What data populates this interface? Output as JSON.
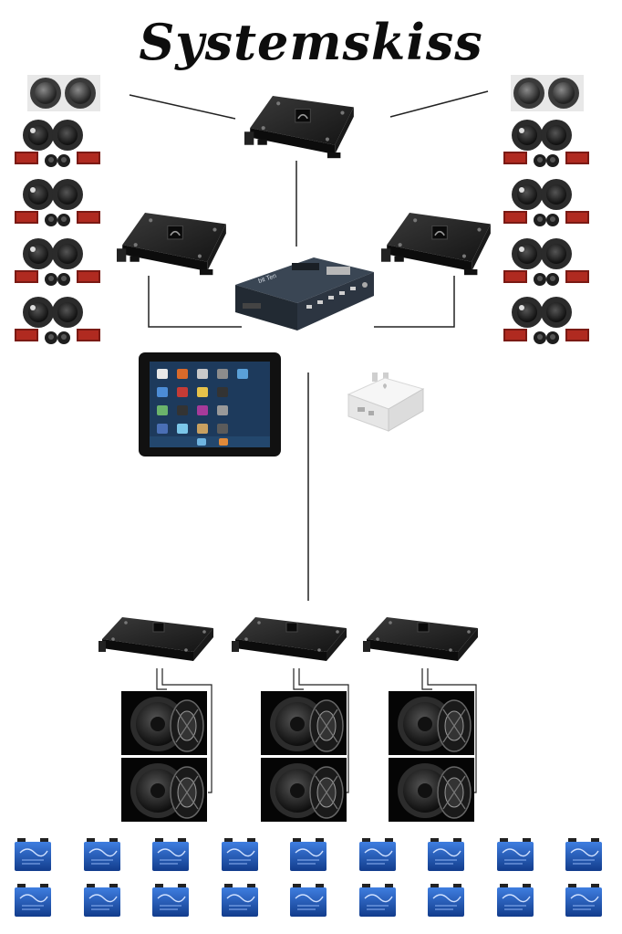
{
  "title": "Systemskiss",
  "colors": {
    "background": "#ffffff",
    "line": "#222222",
    "amp_body": "#1c1c1c",
    "speaker_dark": "#1e1e1e",
    "crossover_red": "#b02a20",
    "battery_blue": "#1b4fb0",
    "ipad_frame": "#111111",
    "airport_white": "#f2f2f2"
  },
  "components": {
    "main_amp": {
      "icon": "amplifier-icon"
    },
    "left_amp": {
      "icon": "amplifier-icon"
    },
    "right_amp": {
      "icon": "amplifier-icon"
    },
    "dsp_processor": {
      "icon": "processor-icon",
      "label": "bit Ten"
    },
    "ipad": {
      "icon": "tablet-icon"
    },
    "airport_express": {
      "icon": "wifi-router-icon"
    },
    "tweeter_pairs": {
      "count": 2,
      "icon": "tweeter-icon"
    },
    "component_speaker_sets": {
      "count": 8,
      "icon": "component-speaker-icon"
    },
    "sub_amps": {
      "count": 3,
      "icon": "amplifier-icon"
    },
    "subwoofers": {
      "count": 6,
      "icon": "subwoofer-icon"
    },
    "batteries": {
      "count": 18,
      "icon": "battery-icon"
    }
  }
}
